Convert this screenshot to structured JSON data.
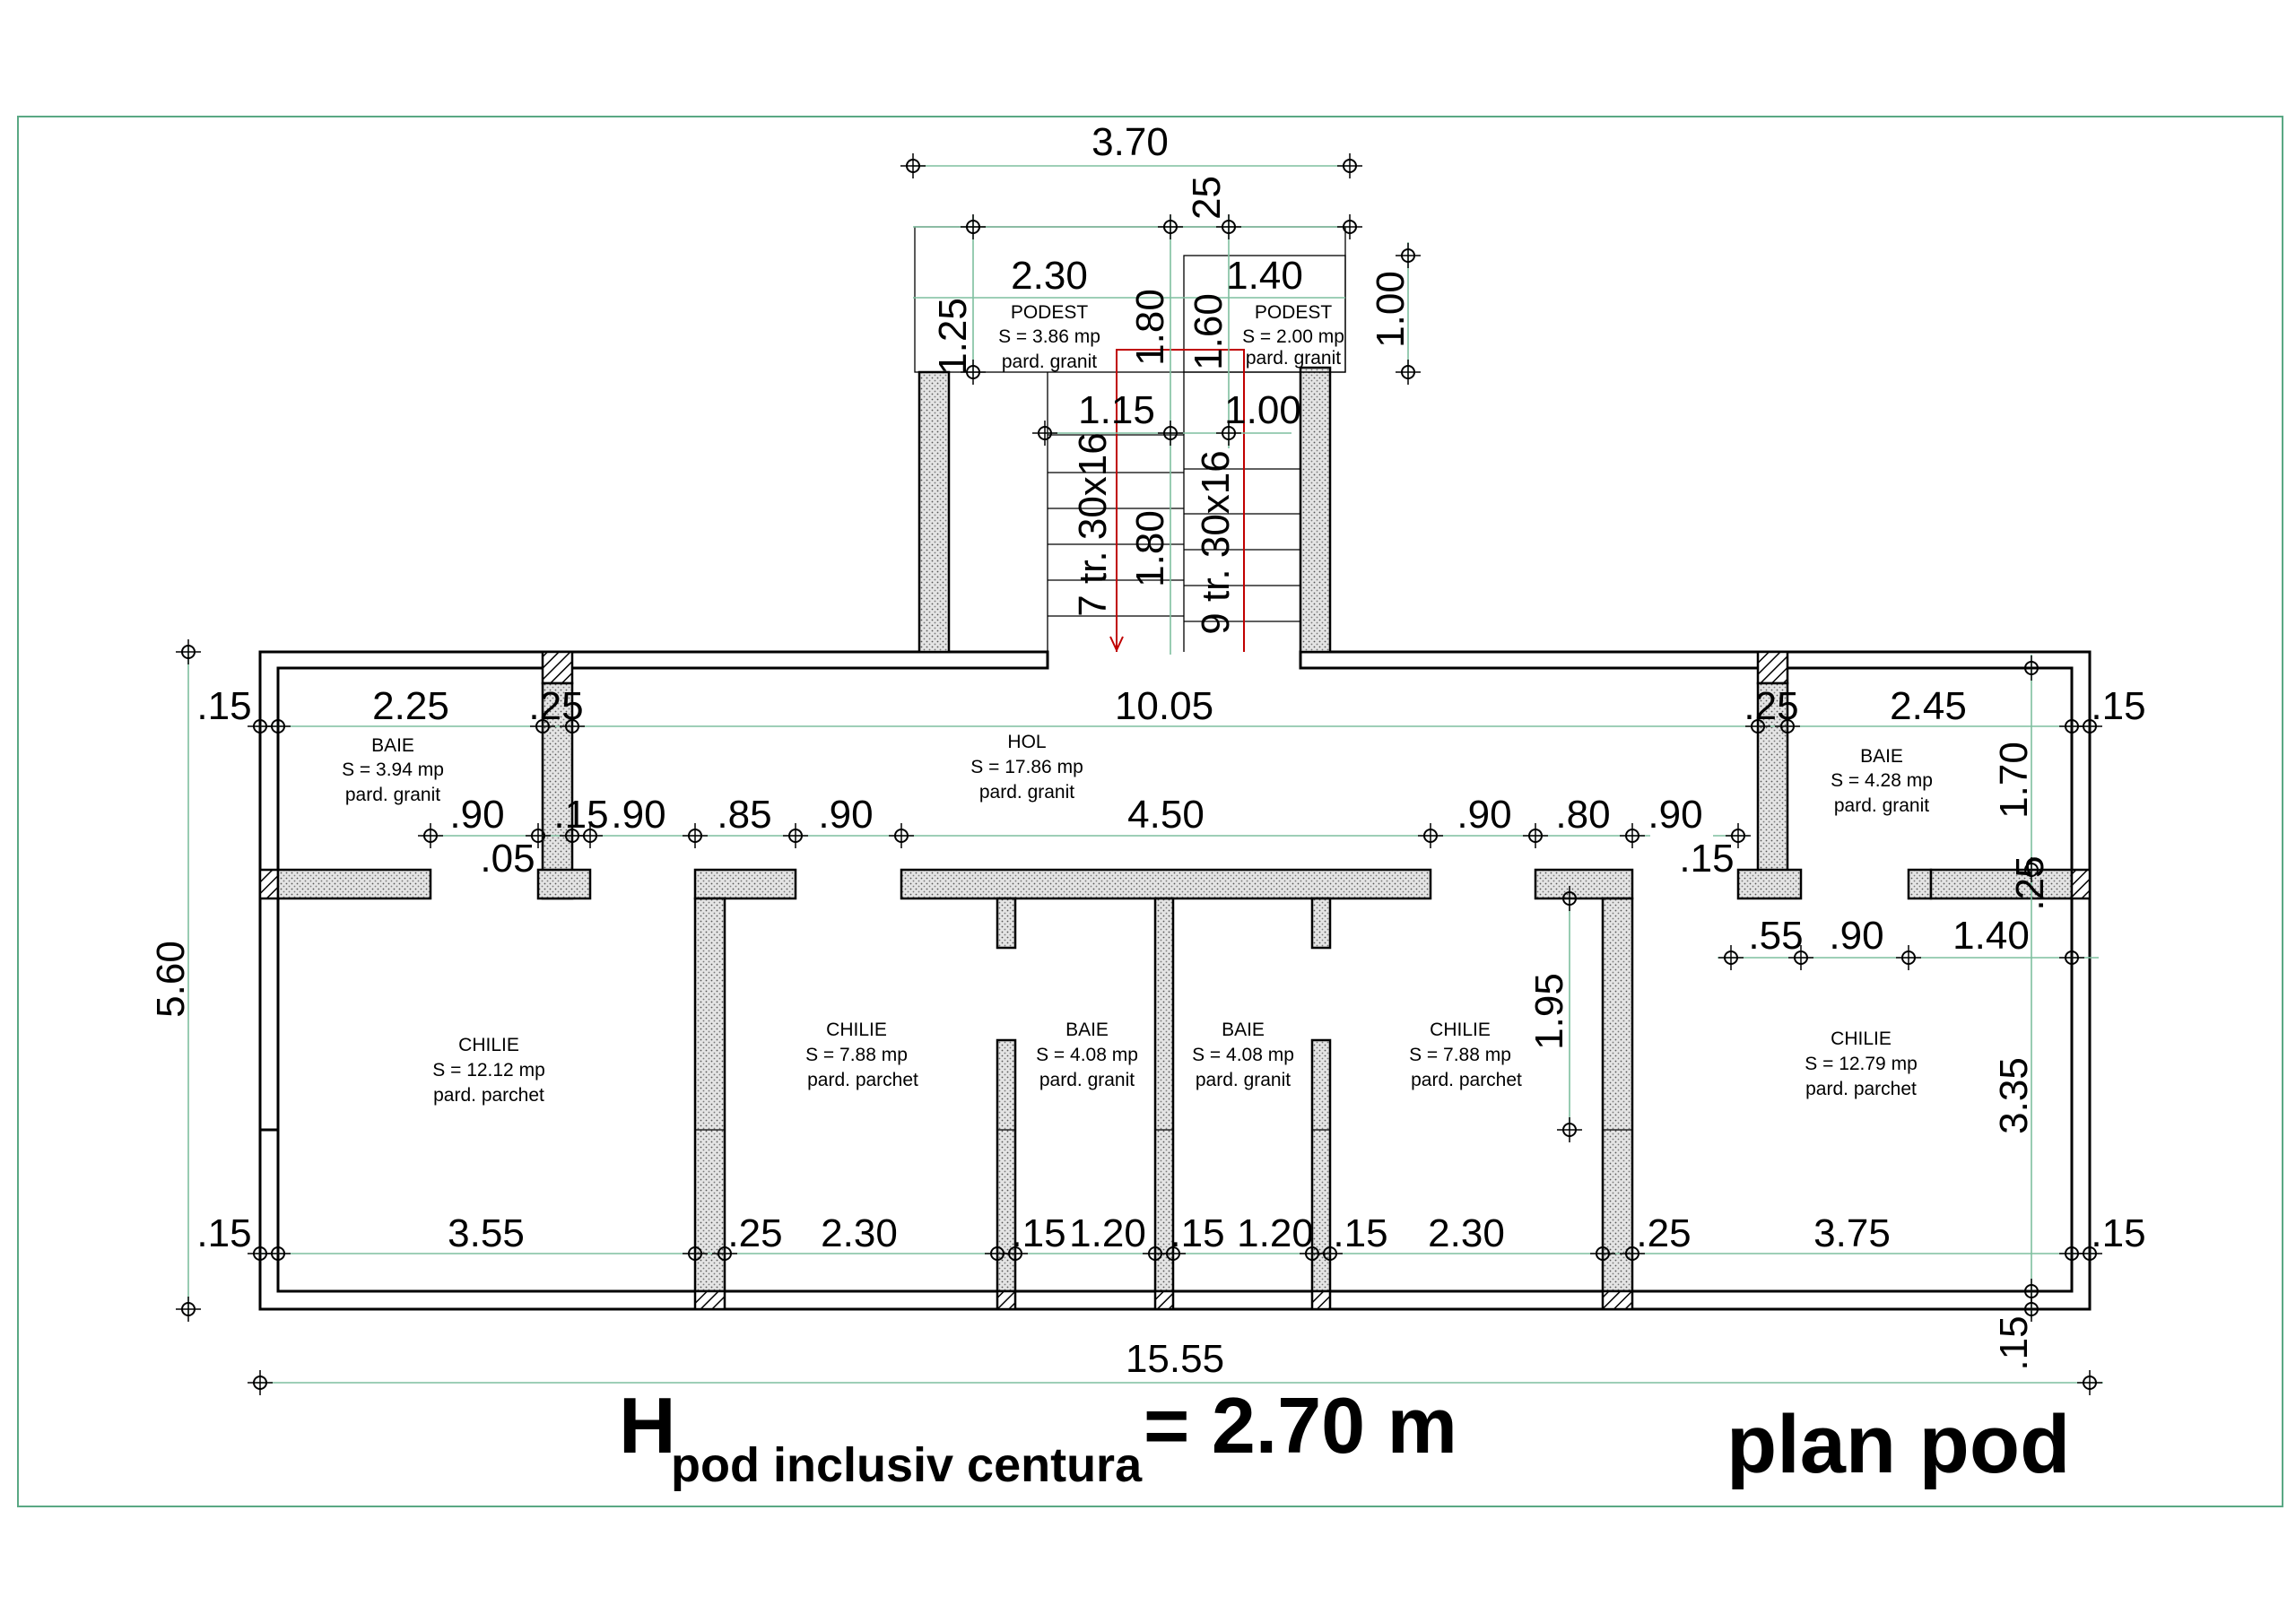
{
  "title": {
    "H": "H",
    "subscript": "pod inclusiv centura",
    "value": "= 2.70 m",
    "plan": "plan pod"
  },
  "rooms": [
    {
      "id": "baie-left",
      "name": "BAIE",
      "area": "S = 3.94 mp",
      "floor": "pard. granit"
    },
    {
      "id": "hol",
      "name": "HOL",
      "area": "S = 17.86 mp",
      "floor": "pard. granit"
    },
    {
      "id": "baie-right",
      "name": "BAIE",
      "area": "S = 4.28 mp",
      "floor": "pard. granit"
    },
    {
      "id": "chilie-1",
      "name": "CHILIE",
      "area": "S = 12.12 mp",
      "floor": "pard. parchet"
    },
    {
      "id": "chilie-2",
      "name": "CHILIE",
      "area": "S = 7.88 mp",
      "floor": "pard. parchet"
    },
    {
      "id": "baie-3",
      "name": "BAIE",
      "area": "S = 4.08 mp",
      "floor": "pard. granit"
    },
    {
      "id": "baie-4",
      "name": "BAIE",
      "area": "S = 4.08 mp",
      "floor": "pard. granit"
    },
    {
      "id": "chilie-3",
      "name": "CHILIE",
      "area": "S = 7.88 mp",
      "floor": "pard. parchet"
    },
    {
      "id": "chilie-4",
      "name": "CHILIE",
      "area": "S = 12.79 mp",
      "floor": "pard. parchet"
    },
    {
      "id": "podest-left",
      "name": "PODEST",
      "area": "S = 3.86 mp",
      "floor": "pard. granit"
    },
    {
      "id": "podest-right",
      "name": "PODEST",
      "area": "S = 2.00 mp",
      "floor": "pard. granit"
    }
  ],
  "stairs": {
    "left": "7 tr. 30x16",
    "right": "9 tr. 30x16"
  },
  "dims": {
    "top_370": "3.70",
    "top_25": "25",
    "podest_230": "2.30",
    "podest_140": "1.40",
    "podest_100": "1.00",
    "podest_125": "1.25",
    "stair_180a": "1.80",
    "stair_160": "1.60",
    "stair_115": "1.15",
    "stair_100b": "1.00",
    "stair_180b": "1.80",
    "h_015_l": ".15",
    "h_225": "2.25",
    "h_25_l": ".25",
    "h_1005": "10.05",
    "h_25_r": ".25",
    "h_245": "2.45",
    "h_015_r": ".15",
    "d_090_a": ".90",
    "d_015": ".15",
    "d_090_b": ".90",
    "d_085": ".85",
    "d_090_c": ".90",
    "d_450": "4.50",
    "d_090_d": ".90",
    "d_080": ".80",
    "d_090_e": ".90",
    "d_005": ".05",
    "d_015_b": ".15",
    "d_25_c": ".25",
    "r_055": ".55",
    "r_090": ".90",
    "r_140": "1.40",
    "v_170": "1.70",
    "v_335": "3.35",
    "v_195": "1.95",
    "v_560": "5.60",
    "b_015_l": ".15",
    "b_355": "3.55",
    "b_25_a": ".25",
    "b_230_a": "2.30",
    "b_015_a": ".15",
    "b_120_a": "1.20",
    "b_015_b": ".15",
    "b_120_b": "1.20",
    "b_015_c": ".15",
    "b_230_b": "2.30",
    "b_25_b": ".25",
    "b_375": "3.75",
    "b_015_r": ".15",
    "v_015_br": ".15",
    "total": "15.55"
  }
}
